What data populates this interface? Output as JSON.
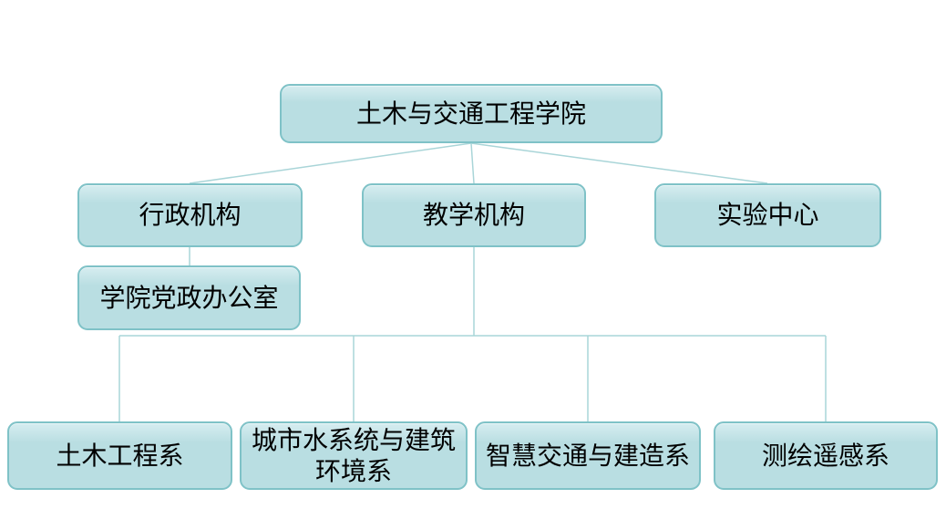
{
  "colors": {
    "page_bg": "#ffffff",
    "node_fill": "#b9dee2",
    "node_fill_top": "#d6edf0",
    "node_border": "#7fc2c7",
    "connector": "#a9d5d8",
    "node_text": "#000000"
  },
  "org_chart": {
    "type": "org-tree",
    "root": {
      "label": "土木与交通工程学院"
    },
    "branches": [
      {
        "label": "行政机构",
        "children": [
          {
            "label": "学院党政办公室"
          }
        ]
      },
      {
        "label": "教学机构",
        "children": [
          {
            "label": "土木工程系"
          },
          {
            "label": "城市水系统与建筑环境系"
          },
          {
            "label": "智慧交通与建造系"
          },
          {
            "label": "测绘遥感系"
          }
        ]
      },
      {
        "label": "实验中心",
        "children": []
      }
    ]
  }
}
